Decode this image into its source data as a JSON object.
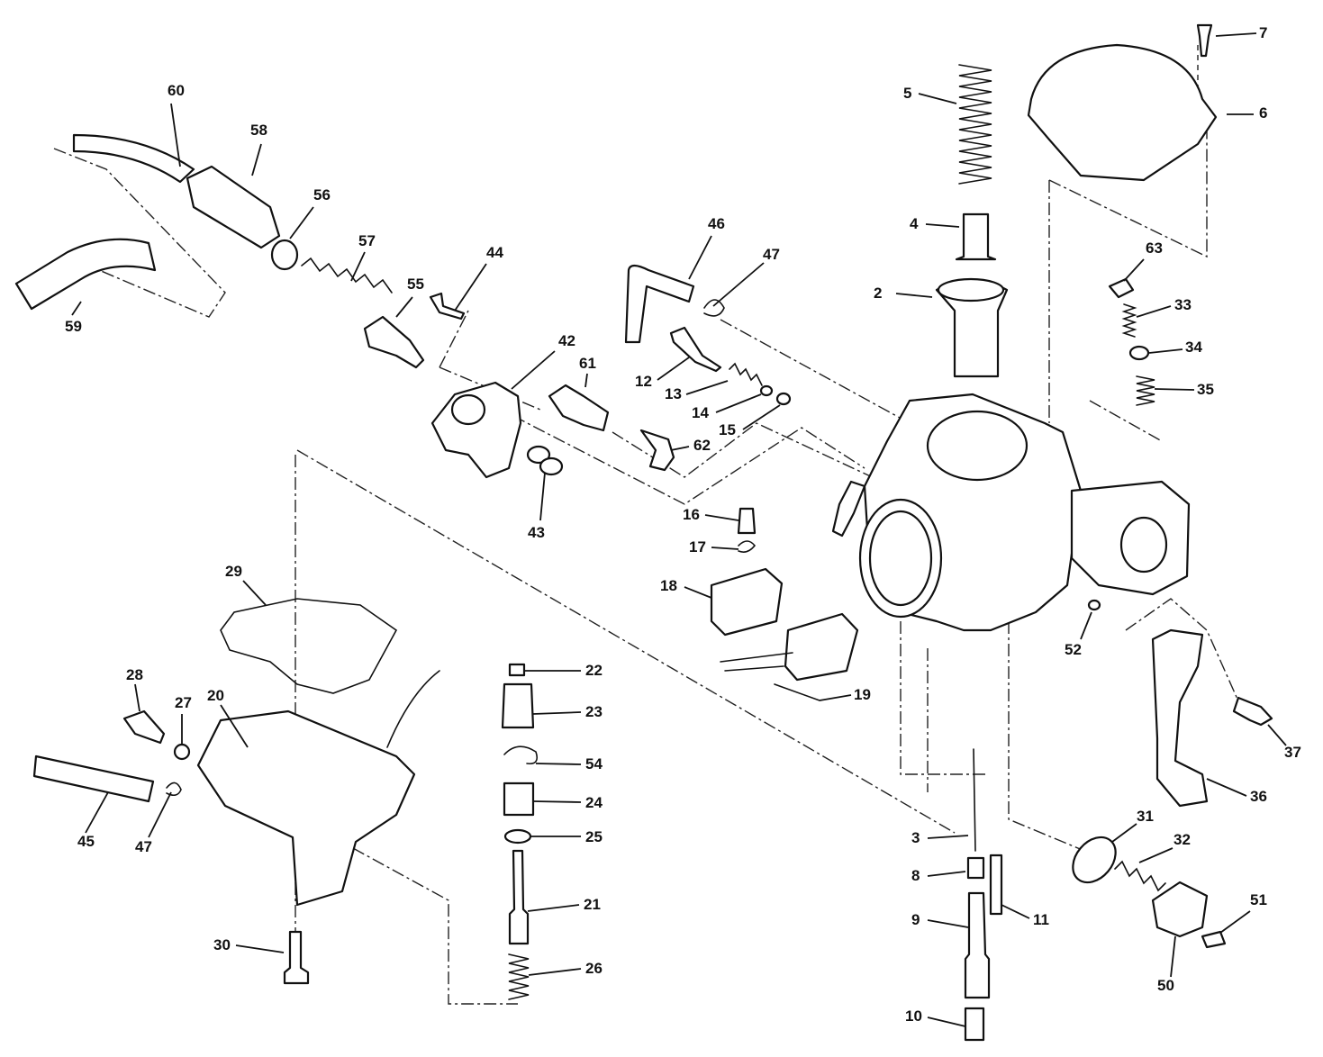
{
  "diagram": {
    "background": "#ffffff",
    "ink": "#111111",
    "callouts": [
      "2",
      "3",
      "4",
      "5",
      "6",
      "7",
      "8",
      "9",
      "10",
      "11",
      "12",
      "13",
      "14",
      "15",
      "16",
      "17",
      "18",
      "19",
      "20",
      "21",
      "22",
      "23",
      "24",
      "25",
      "26",
      "27",
      "28",
      "29",
      "30",
      "31",
      "32",
      "33",
      "34",
      "35",
      "36",
      "37",
      "42",
      "43",
      "44",
      "45",
      "46",
      "47",
      "47",
      "50",
      "51",
      "52",
      "54",
      "55",
      "56",
      "57",
      "58",
      "59",
      "60",
      "61",
      "62",
      "63"
    ]
  }
}
